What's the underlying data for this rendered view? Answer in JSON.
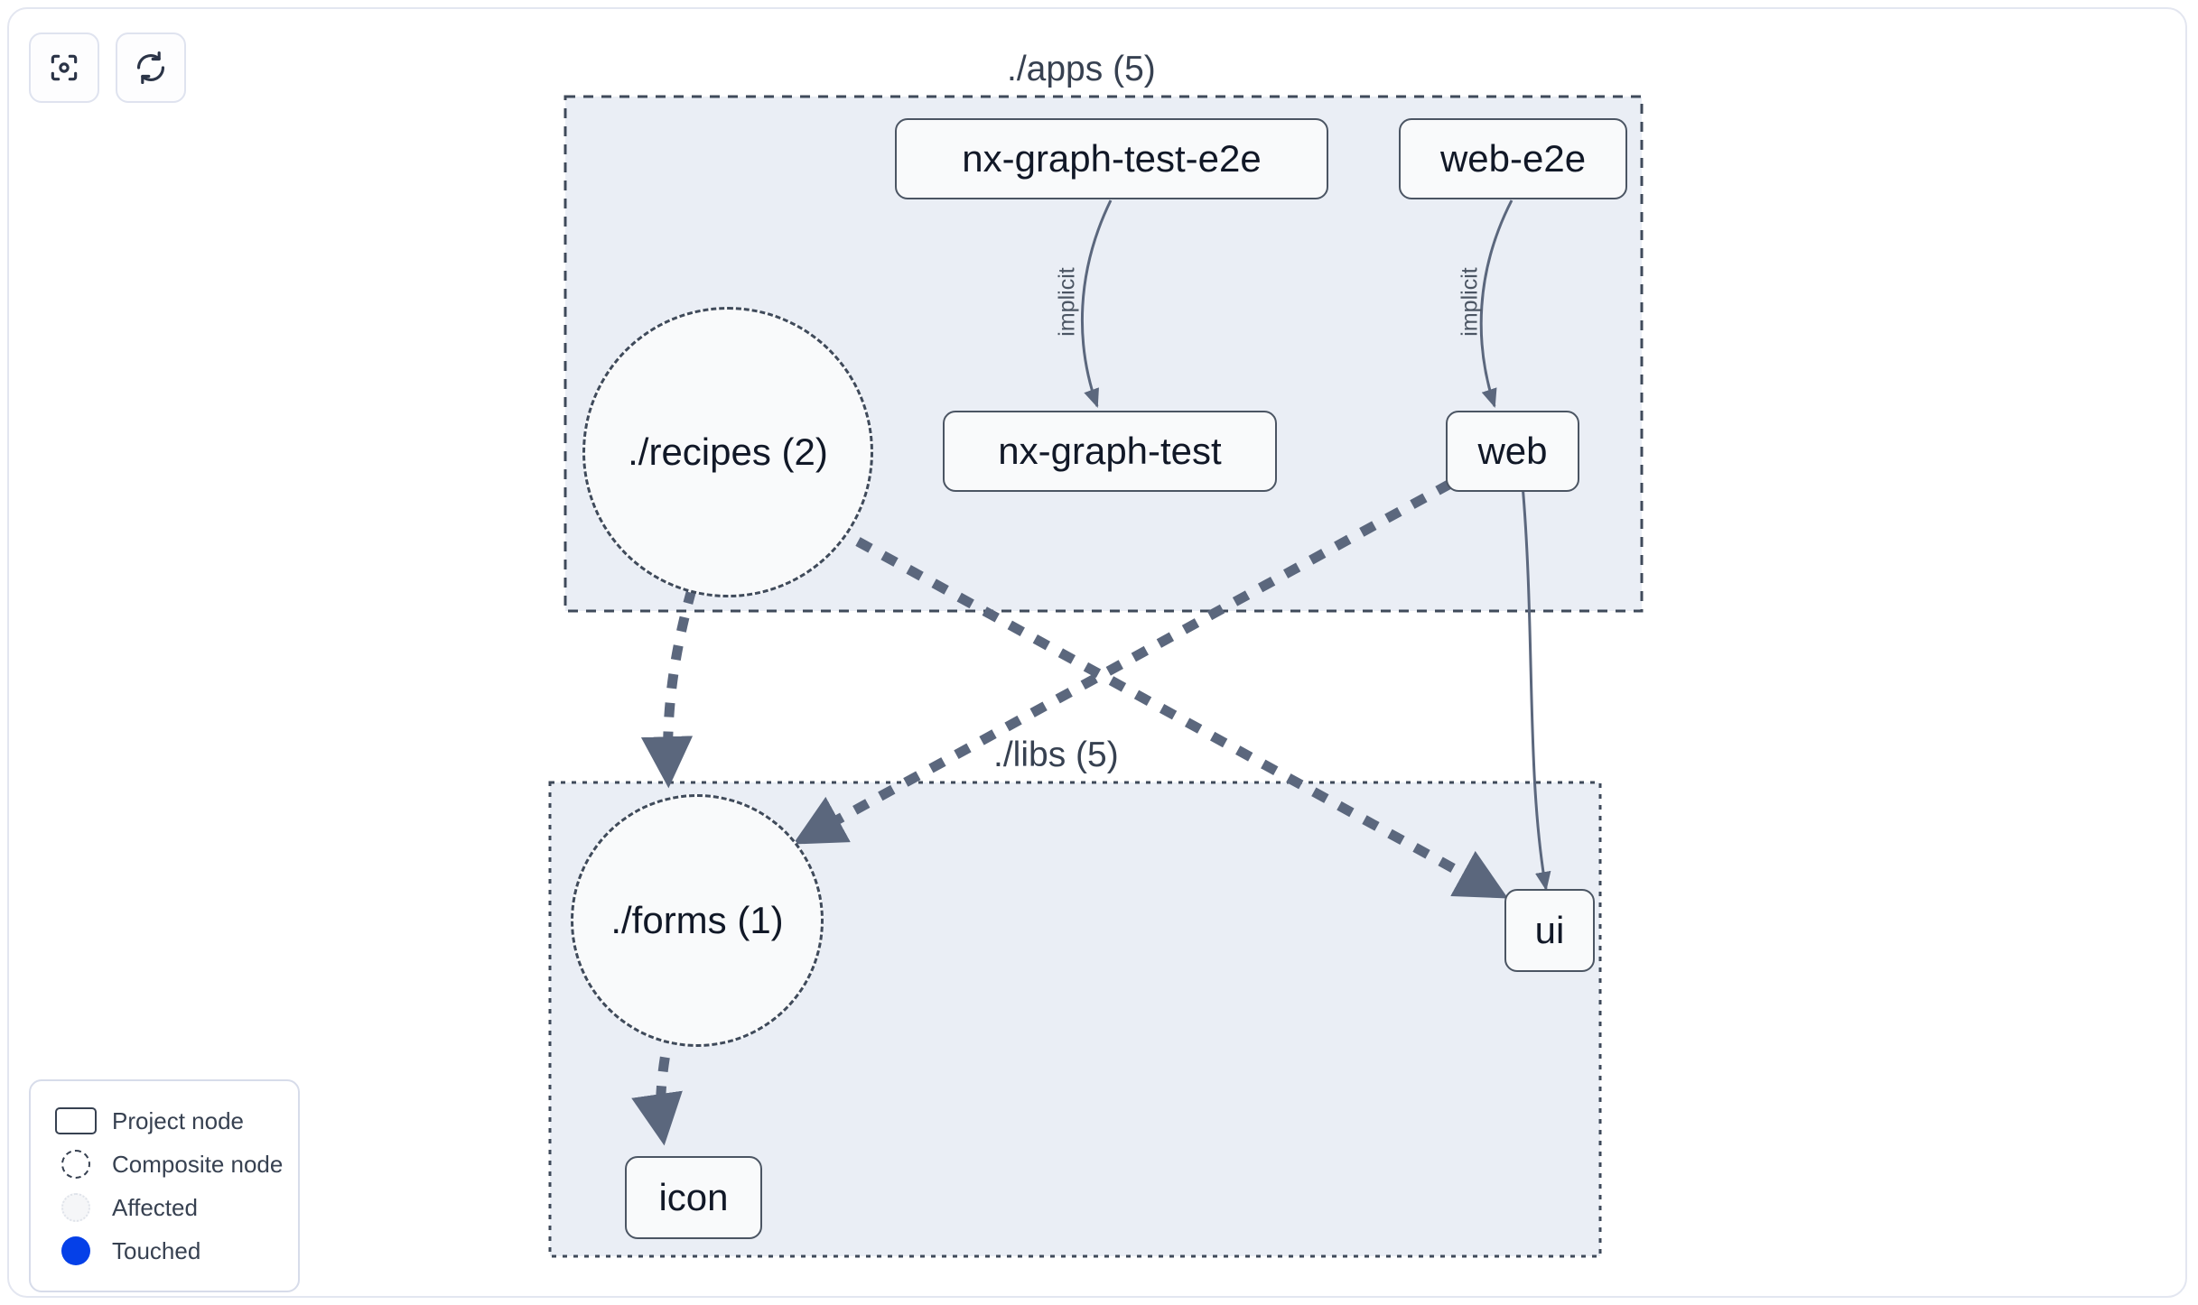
{
  "toolbar": {
    "buttons": [
      {
        "name": "focus-graph-button",
        "icon": "focus-target-icon"
      },
      {
        "name": "refresh-graph-button",
        "icon": "refresh-icon"
      }
    ]
  },
  "graph": {
    "groups": [
      {
        "id": "apps",
        "label": "./apps (5)"
      },
      {
        "id": "libs",
        "label": "./libs (5)"
      }
    ],
    "nodes": [
      {
        "id": "nx-graph-test-e2e",
        "label": "nx-graph-test-e2e",
        "type": "project",
        "group": "apps"
      },
      {
        "id": "web-e2e",
        "label": "web-e2e",
        "type": "project",
        "group": "apps"
      },
      {
        "id": "nx-graph-test",
        "label": "nx-graph-test",
        "type": "project",
        "group": "apps"
      },
      {
        "id": "web",
        "label": "web",
        "type": "project",
        "group": "apps"
      },
      {
        "id": "recipes",
        "label": "./recipes (2)",
        "type": "composite",
        "group": "apps"
      },
      {
        "id": "forms",
        "label": "./forms (1)",
        "type": "composite",
        "group": "libs"
      },
      {
        "id": "ui",
        "label": "ui",
        "type": "project",
        "group": "libs"
      },
      {
        "id": "icon",
        "label": "icon",
        "type": "project",
        "group": "libs"
      }
    ],
    "edges": [
      {
        "from": "nx-graph-test-e2e",
        "to": "nx-graph-test",
        "label": "implicit",
        "style": "solid"
      },
      {
        "from": "web-e2e",
        "to": "web",
        "label": "implicit",
        "style": "solid"
      },
      {
        "from": "web",
        "to": "ui",
        "label": "",
        "style": "solid"
      },
      {
        "from": "recipes",
        "to": "forms",
        "label": "",
        "style": "dashed"
      },
      {
        "from": "recipes",
        "to": "ui",
        "label": "",
        "style": "dashed"
      },
      {
        "from": "web",
        "to": "forms",
        "label": "",
        "style": "dashed"
      },
      {
        "from": "forms",
        "to": "icon",
        "label": "",
        "style": "dashed"
      }
    ],
    "edge_labels": {
      "nx_graph_test_implicit": "implicit",
      "web_implicit": "implicit"
    }
  },
  "legend": {
    "items": [
      {
        "swatch": "project-node-swatch",
        "label": "Project node"
      },
      {
        "swatch": "composite-node-swatch",
        "label": "Composite node"
      },
      {
        "swatch": "affected-swatch",
        "label": "Affected"
      },
      {
        "swatch": "touched-swatch",
        "label": "Touched"
      }
    ]
  },
  "colors": {
    "group_fill": "#eaeef5",
    "group_border": "#3f4a5a",
    "node_fill": "#f9fafb",
    "node_border": "#4b5563",
    "edge": "#5b677d",
    "touched": "#0540e8",
    "frame_border": "#e3e6f0",
    "text": "#111827"
  }
}
